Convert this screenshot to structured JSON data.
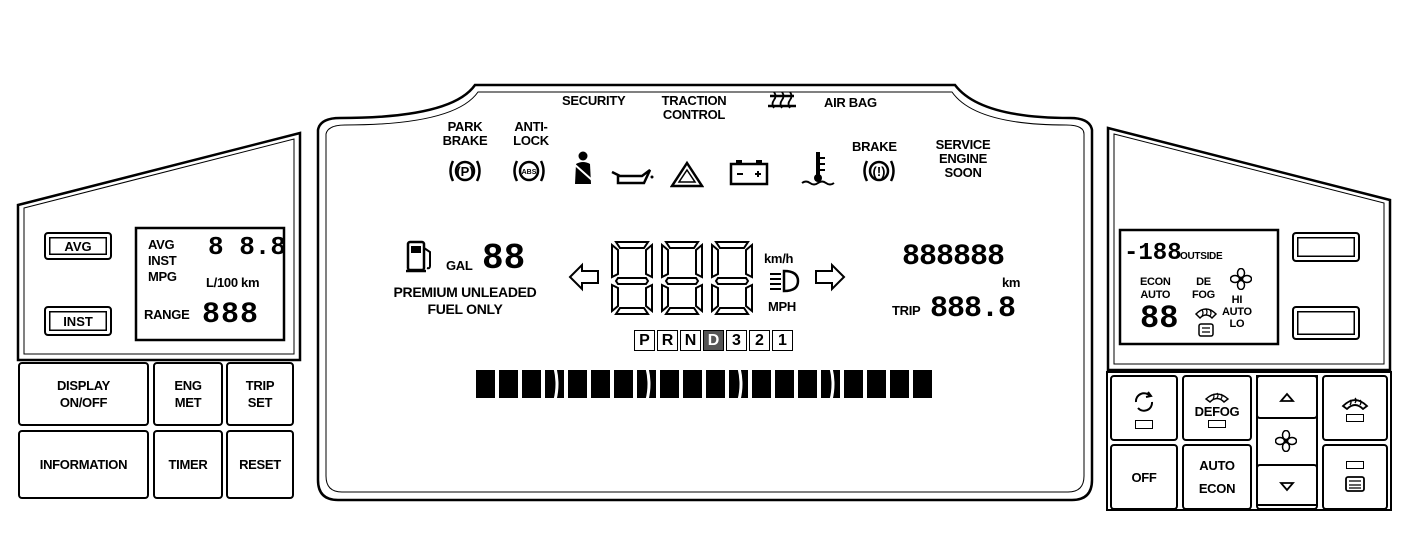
{
  "left": {
    "avg_button": "AVG",
    "inst_button": "INST",
    "display_labels": [
      "AVG",
      "INST",
      "MPG"
    ],
    "display_unit": "L/100 km",
    "range_label": "RANGE",
    "avg_digits": "8 8.8",
    "range_digits": "888",
    "buttons": {
      "display": [
        "DISPLAY",
        "ON/OFF"
      ],
      "eng": "ENG",
      "met": "MET",
      "trip": [
        "TRIP",
        "SET"
      ],
      "information": "INFORMATION",
      "timer": "TIMER",
      "reset": "RESET"
    }
  },
  "center": {
    "telltales": {
      "park_brake": [
        "PARK",
        "BRAKE"
      ],
      "park_brake_symbol": "(P)",
      "antilock": [
        "ANTI-",
        "LOCK"
      ],
      "antilock_symbol": "ABS",
      "security": "SECURITY",
      "traction": [
        "TRACTION",
        "CONTROL"
      ],
      "air_bag": "AIR BAG",
      "brake": "BRAKE",
      "brake_symbol": "(!)",
      "service": [
        "SERVICE",
        "ENGINE",
        "SOON"
      ]
    },
    "fuel": {
      "unit": "GAL",
      "digits": "88",
      "notice": [
        "PREMIUM UNLEADED",
        "FUEL ONLY"
      ]
    },
    "speed": {
      "digits": "888",
      "unit_kmh": "km/h",
      "unit_mph": "MPH"
    },
    "odometer": {
      "digits": "888888",
      "unit": "km",
      "trip_label": "TRIP",
      "trip_digits": "888.8"
    },
    "gears": [
      "P",
      "R",
      "N",
      "D",
      "3",
      "2",
      "1"
    ],
    "selected_gear": "D"
  },
  "right": {
    "temp_digits": "-188",
    "outside_label": "OUTSIDE",
    "econ_auto": [
      "ECON",
      "AUTO"
    ],
    "defog_small": [
      "DE",
      "FOG"
    ],
    "fan_levels": [
      "HI",
      "AUTO",
      "LO"
    ],
    "climate_digits": "88",
    "buttons": {
      "defog": "DEFOG",
      "off": "OFF",
      "auto": "AUTO",
      "econ": "ECON"
    }
  }
}
